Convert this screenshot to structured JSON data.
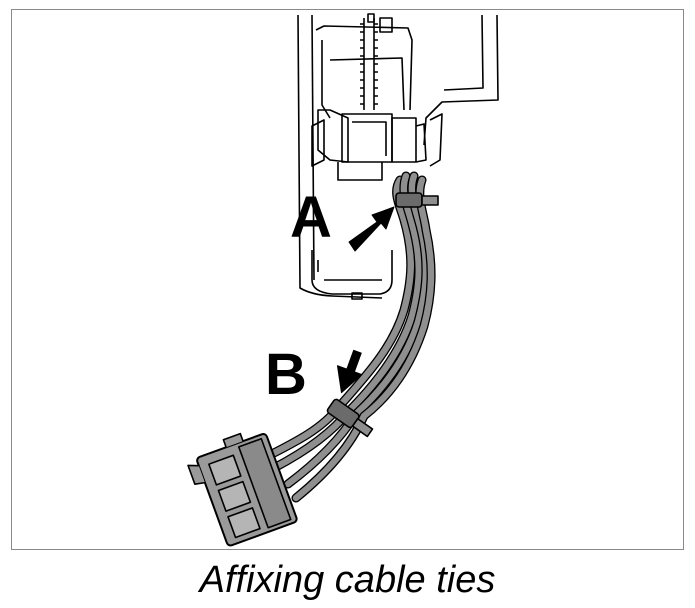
{
  "figure": {
    "caption": "Affixing cable ties",
    "callouts": {
      "a": {
        "label": "A"
      },
      "b": {
        "label": "B"
      }
    }
  },
  "colors": {
    "cable_fill": "#8f8f8f",
    "line": "#000000",
    "background": "#ffffff",
    "frame_border": "#8a8a8a"
  }
}
